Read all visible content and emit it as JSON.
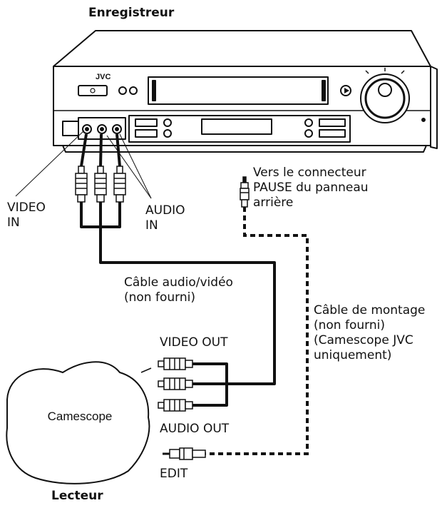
{
  "recorder_title": "Enregistreur",
  "player_title": "Lecteur",
  "brand": "JVC",
  "camcorder_label": "Camescope",
  "video_in": [
    "VIDEO",
    "IN"
  ],
  "audio_in": [
    "AUDIO",
    "IN"
  ],
  "pause_connector": [
    "Vers le connecteur",
    "PAUSE du panneau",
    "arrière"
  ],
  "av_cable": [
    "Câble audio/vidéo",
    "(non fourni)"
  ],
  "edit_cable": [
    "Câble de montage",
    "(non fourni)",
    "(Camescope JVC",
    "uniquement)"
  ],
  "video_out": "VIDEO OUT",
  "audio_out": "AUDIO OUT",
  "edit_jack": "EDIT"
}
